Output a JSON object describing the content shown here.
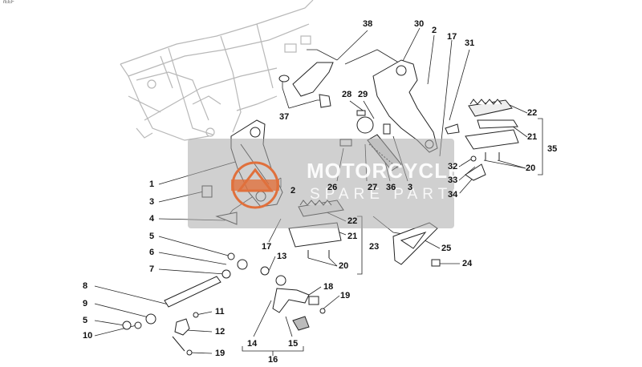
{
  "corner_note": "rEEF",
  "watermark": {
    "line1": "MOTORCYCLE",
    "line2": "SPARE PARTS"
  },
  "callouts": [
    {
      "id": "c38",
      "text": "38"
    },
    {
      "id": "c30",
      "text": "30"
    },
    {
      "id": "c2a",
      "text": "2"
    },
    {
      "id": "c17a",
      "text": "17"
    },
    {
      "id": "c31",
      "text": "31"
    },
    {
      "id": "c28",
      "text": "28"
    },
    {
      "id": "c29",
      "text": "29"
    },
    {
      "id": "c37",
      "text": "37"
    },
    {
      "id": "c22a",
      "text": "22"
    },
    {
      "id": "c21a",
      "text": "21"
    },
    {
      "id": "c35",
      "text": "35"
    },
    {
      "id": "c32",
      "text": "32"
    },
    {
      "id": "c20a",
      "text": "20"
    },
    {
      "id": "c33",
      "text": "33"
    },
    {
      "id": "c34",
      "text": "34"
    },
    {
      "id": "c1",
      "text": "1"
    },
    {
      "id": "c2b",
      "text": "2"
    },
    {
      "id": "c26",
      "text": "26"
    },
    {
      "id": "c27",
      "text": "27"
    },
    {
      "id": "c36",
      "text": "36"
    },
    {
      "id": "c3a",
      "text": "3"
    },
    {
      "id": "c3b",
      "text": "3"
    },
    {
      "id": "c4",
      "text": "4"
    },
    {
      "id": "c22b",
      "text": "22"
    },
    {
      "id": "c21b",
      "text": "21"
    },
    {
      "id": "c5a",
      "text": "5"
    },
    {
      "id": "c17b",
      "text": "17"
    },
    {
      "id": "c23",
      "text": "23"
    },
    {
      "id": "c25",
      "text": "25"
    },
    {
      "id": "c6",
      "text": "6"
    },
    {
      "id": "c13",
      "text": "13"
    },
    {
      "id": "c20b",
      "text": "20"
    },
    {
      "id": "c24",
      "text": "24"
    },
    {
      "id": "c7",
      "text": "7"
    },
    {
      "id": "c18",
      "text": "18"
    },
    {
      "id": "c8",
      "text": "8"
    },
    {
      "id": "c19a",
      "text": "19"
    },
    {
      "id": "c9",
      "text": "9"
    },
    {
      "id": "c11",
      "text": "11"
    },
    {
      "id": "c5b",
      "text": "5"
    },
    {
      "id": "c12",
      "text": "12"
    },
    {
      "id": "c10",
      "text": "10"
    },
    {
      "id": "c14",
      "text": "14"
    },
    {
      "id": "c15",
      "text": "15"
    },
    {
      "id": "c19b",
      "text": "19"
    },
    {
      "id": "c16",
      "text": "16"
    }
  ]
}
